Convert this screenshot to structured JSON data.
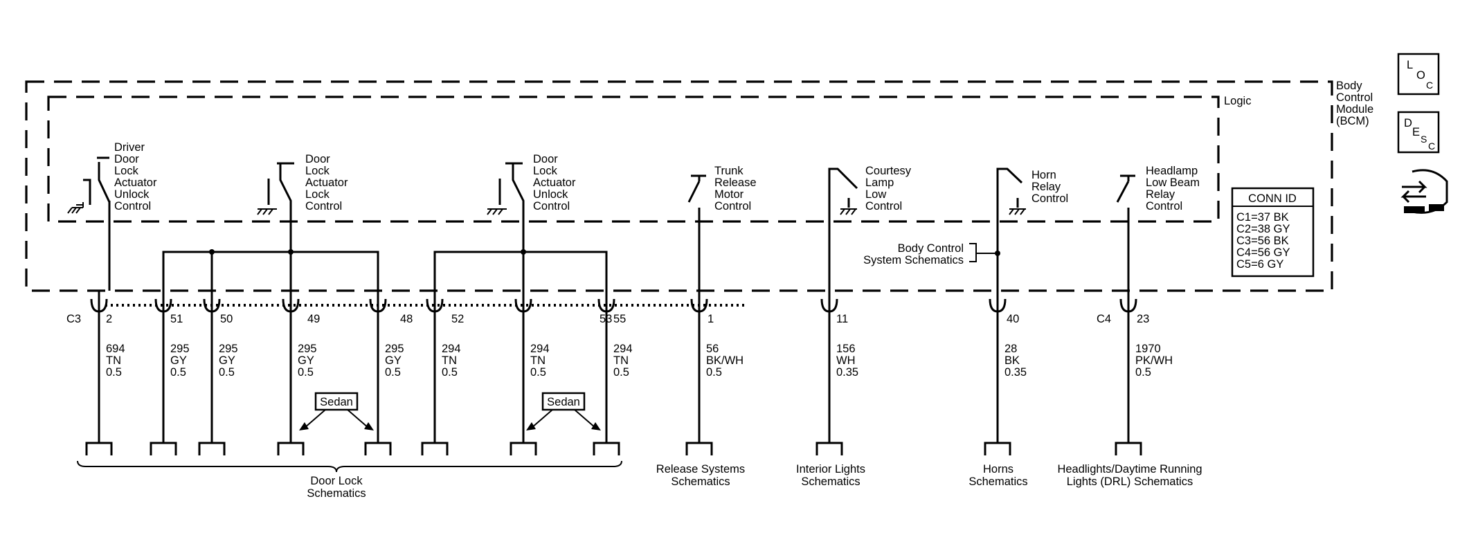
{
  "module": {
    "name_lines": [
      "Body",
      "Control",
      "Module",
      "(BCM)"
    ],
    "logic_label": "Logic"
  },
  "nav_icons": {
    "loc": {
      "big": "L",
      "mid": "O",
      "small": "C"
    },
    "desc": {
      "big": "D",
      "mid": "E",
      "small1": "S",
      "small2": "C"
    },
    "connector_icon": "connector-plug-icon"
  },
  "conn_id": {
    "title": "CONN ID",
    "rows": [
      "C1=37 BK",
      "C2=38 GY",
      "C3=56 BK",
      "C4=56 GY",
      "C5=6 GY"
    ]
  },
  "connectors": {
    "c3": "C3",
    "c4": "C4"
  },
  "switches": [
    {
      "lines": [
        "Driver",
        "Door",
        "Lock",
        "Actuator",
        "Unlock",
        "Control"
      ]
    },
    {
      "lines": [
        "Door",
        "Lock",
        "Actuator",
        "Lock",
        "Control"
      ]
    },
    {
      "lines": [
        "Door",
        "Lock",
        "Actuator",
        "Unlock",
        "Control"
      ]
    },
    {
      "lines": [
        "Trunk",
        "Release",
        "Motor",
        "Control"
      ]
    },
    {
      "lines": [
        "Courtesy",
        "Lamp",
        "Low",
        "Control"
      ]
    },
    {
      "lines": [
        "Horn",
        "Relay",
        "Control"
      ]
    },
    {
      "lines": [
        "Headlamp",
        "Low Beam",
        "Relay",
        "Control"
      ]
    }
  ],
  "body_control_ref": [
    "Body Control",
    "System Schematics"
  ],
  "pins": [
    {
      "pin": "2",
      "circuit": "694",
      "color": "TN",
      "gauge": "0.5"
    },
    {
      "pin": "51",
      "circuit": "295",
      "color": "GY",
      "gauge": "0.5"
    },
    {
      "pin": "50",
      "circuit": "295",
      "color": "GY",
      "gauge": "0.5"
    },
    {
      "pin": "49",
      "circuit": "295",
      "color": "GY",
      "gauge": "0.5"
    },
    {
      "pin": "48",
      "circuit": "295",
      "color": "GY",
      "gauge": "0.5"
    },
    {
      "pin": "52",
      "circuit": "294",
      "color": "TN",
      "gauge": "0.5"
    },
    {
      "pin": "53",
      "circuit": "294",
      "color": "TN",
      "gauge": "0.5"
    },
    {
      "pin": "55",
      "circuit": "294",
      "color": "TN",
      "gauge": "0.5"
    },
    {
      "pin": "1",
      "circuit": "56",
      "color": "BK/WH",
      "gauge": "0.5"
    },
    {
      "pin": "11",
      "circuit": "156",
      "color": "WH",
      "gauge": "0.35"
    },
    {
      "pin": "40",
      "circuit": "28",
      "color": "BK",
      "gauge": "0.35"
    },
    {
      "pin": "23",
      "circuit": "1970",
      "color": "PK/WH",
      "gauge": "0.5"
    }
  ],
  "sedan_label": "Sedan",
  "destinations": {
    "door_lock": [
      "Door Lock",
      "Schematics"
    ],
    "release": [
      "Release Systems",
      "Schematics"
    ],
    "interior": [
      "Interior Lights",
      "Schematics"
    ],
    "horns": [
      "Horns",
      "Schematics"
    ],
    "headlights": [
      "Headlights/Daytime Running",
      "Lights (DRL) Schematics"
    ]
  }
}
